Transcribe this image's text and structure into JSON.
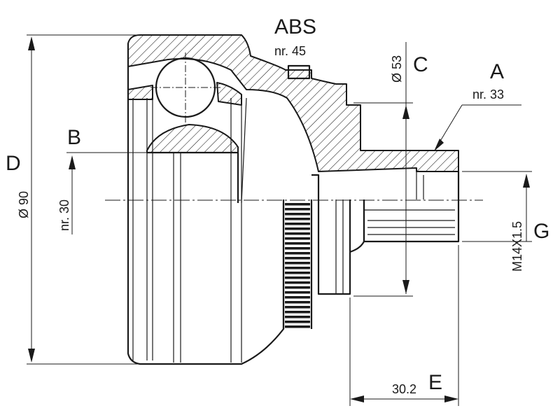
{
  "labels": {
    "abs_title": "ABS",
    "abs_value": "nr. 45",
    "a_title": "A",
    "a_value": "nr. 33",
    "b_title": "B",
    "b_value": "nr. 30",
    "c_title": "C",
    "c_value": "Ø 53",
    "d_title": "D",
    "d_value": "Ø 90",
    "e_title": "E",
    "e_value": "30.2",
    "g_title": "G",
    "g_value": "M14X1.5"
  }
}
